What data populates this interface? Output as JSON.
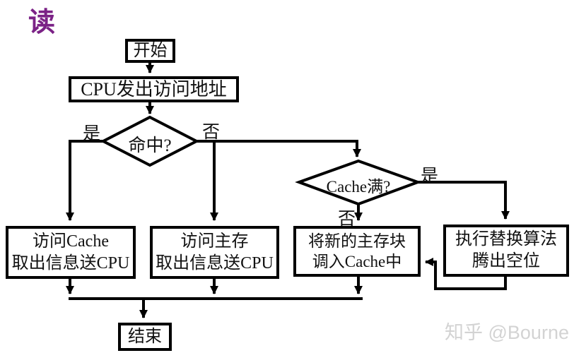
{
  "title": "读",
  "nodes": {
    "start": {
      "label": "开始"
    },
    "cpu_issue": {
      "label": "CPU发出访问地址"
    },
    "hit_decision": {
      "label": "命中?"
    },
    "visit_cache": {
      "line1": "访问Cache",
      "line2": "取出信息送CPU"
    },
    "visit_memory": {
      "line1": "访问主存",
      "line2": "取出信息送CPU"
    },
    "cache_full_decision": {
      "label": "Cache满?"
    },
    "load_block": {
      "line1": "将新的主存块",
      "line2": "调入Cache中"
    },
    "replace_algo": {
      "line1": "执行替换算法",
      "line2": "腾出空位"
    },
    "end": {
      "label": "结束"
    }
  },
  "branch_labels": {
    "hit_yes": "是",
    "hit_no": "否",
    "cache_full_yes": "是",
    "cache_full_no": "否"
  },
  "watermark": "知乎 @Bourne",
  "colors": {
    "title": "#7b2286",
    "line": "#000000",
    "watermark": "#d3d3d3"
  }
}
